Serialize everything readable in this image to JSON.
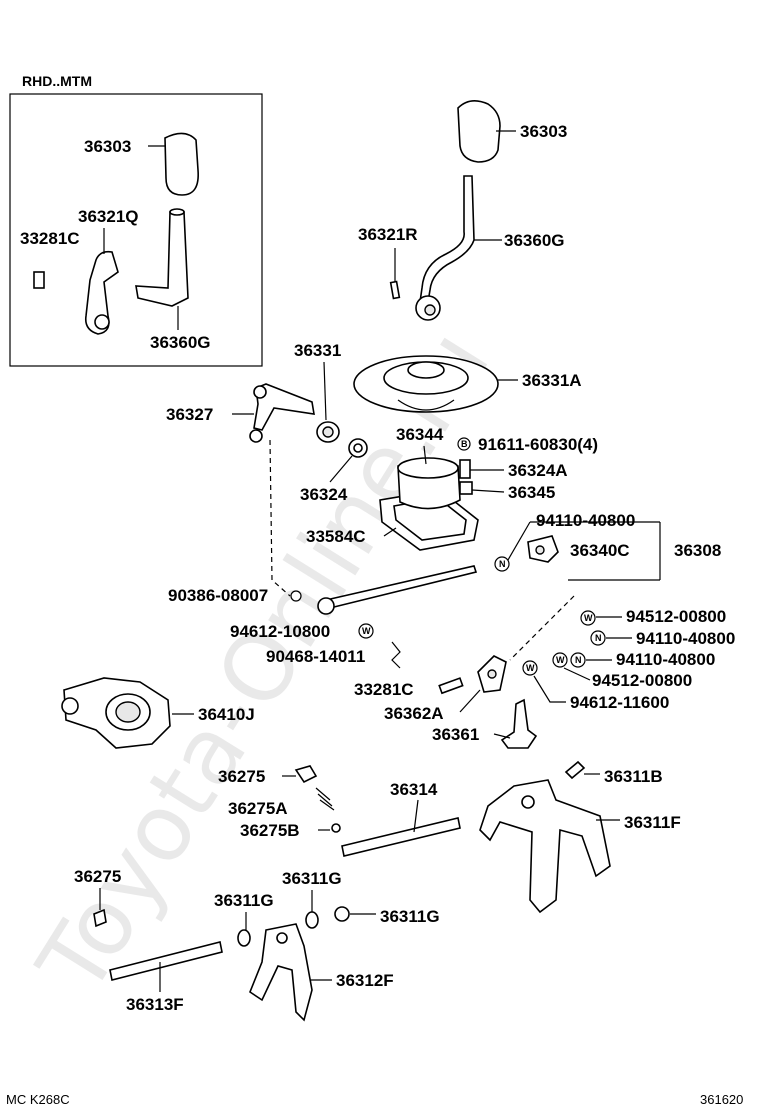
{
  "watermark": "Toyota-Online.ru",
  "inset": {
    "title": "RHD..MTM"
  },
  "labels": {
    "l36303_inset": "36303",
    "l36321Q": "36321Q",
    "l33281C_inset": "33281C",
    "l36360G_inset": "36360G",
    "l36303": "36303",
    "l36321R": "36321R",
    "l36360G": "36360G",
    "l36331": "36331",
    "l36331A": "36331A",
    "l36327": "36327",
    "l36344": "36344",
    "l91611": "91611-60830(4)",
    "l36324A": "36324A",
    "l36324": "36324",
    "l36345": "36345",
    "l33584C": "33584C",
    "l94110a": "94110-40800",
    "l36340C": "36340C",
    "l36308": "36308",
    "l90386": "90386-08007",
    "l94612a": "94612-10800",
    "l90468": "90468-14011",
    "l94512a": "94512-00800",
    "l94110b": "94110-40800",
    "l94110c": "94110-40800",
    "l94512b": "94512-00800",
    "l33281C": "33281C",
    "l36362A": "36362A",
    "l94612b": "94612-11600",
    "l36410J": "36410J",
    "l36361": "36361",
    "l36275": "36275",
    "l36311B": "36311B",
    "l36314": "36314",
    "l36275A": "36275A",
    "l36311F": "36311F",
    "l36275B": "36275B",
    "l36275b": "36275",
    "l36311G_a": "36311G",
    "l36311G_b": "36311G",
    "l36311G_c": "36311G",
    "l36313F": "36313F",
    "l36312F": "36312F"
  },
  "footer": {
    "left": "MC K268C",
    "right": "361620"
  },
  "symbols": {
    "washer": "W",
    "nut": "N",
    "bolt": "B"
  }
}
